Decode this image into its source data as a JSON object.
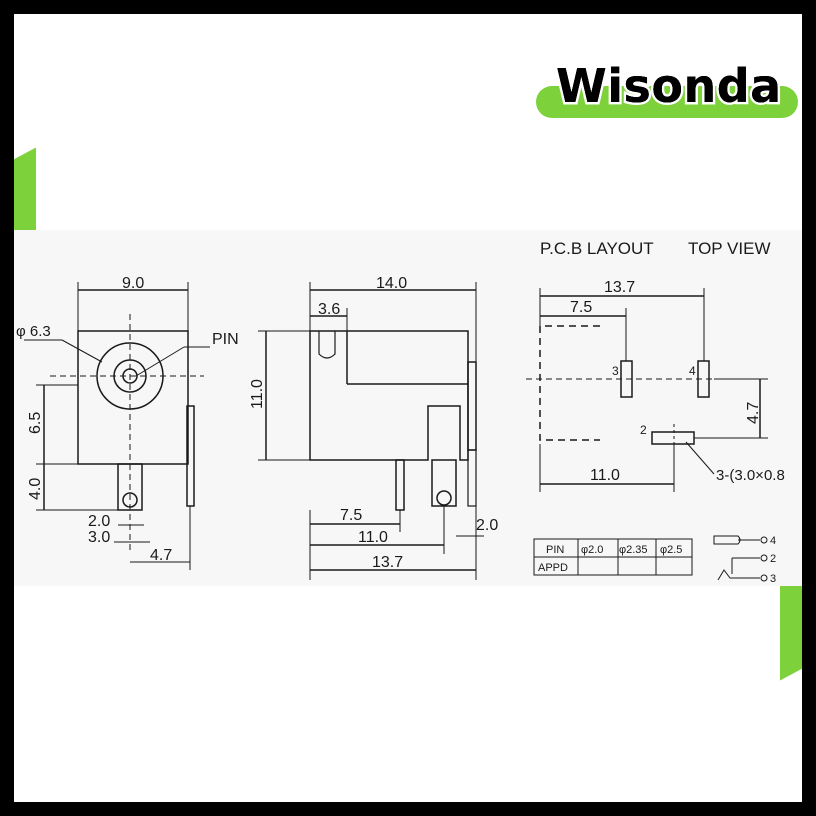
{
  "brand": {
    "name": "Wisonda",
    "accent": "#7dd13a"
  },
  "drawing": {
    "pcb_title": "P.C.B LAYOUT",
    "view_title": "TOP VIEW",
    "front": {
      "width": "9.0",
      "diameter": "φ 6.3",
      "pin_label": "PIN",
      "height_upper": "6.5",
      "height_lower": "4.0",
      "pin_2": "2.0",
      "pin_3": "3.0",
      "offset": "4.7"
    },
    "side": {
      "length": "14.0",
      "step": "3.6",
      "height": "11.0",
      "d1": "7.5",
      "d2": "11.0",
      "d3": "13.7",
      "d4": "2.0"
    },
    "pcb": {
      "length": "13.7",
      "d1": "7.5",
      "d2": "11.0",
      "height": "4.7",
      "pin3": "3",
      "pin4": "4",
      "pin2": "2",
      "slot_note": "3-(3.0×0.8"
    },
    "table": {
      "headers": [
        "PIN",
        "φ2.0",
        "φ2.35",
        "φ2.5"
      ],
      "row_label": "APPD"
    },
    "schematic": {
      "p4": "4",
      "p2": "2",
      "p3": "3"
    }
  }
}
